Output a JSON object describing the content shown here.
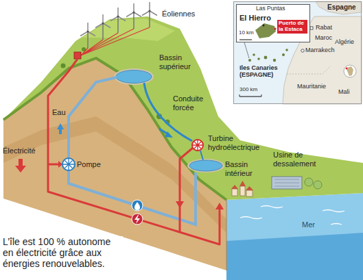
{
  "diagram": {
    "caption": "L’île est 100 % autonome en électricité grâce aux énergies renouvelables.",
    "nodes": [
      {
        "text": [
          "Espagne",
          "Rabat",
          "Maroc",
          "Marrakech",
          "Algérie",
          "Iles Canaries (ESPAGNE)",
          "300 km",
          "Mauritanie",
          "Mali"
        ]
      },
      {
        "text": [
          "Las Puntas",
          "El Hierro",
          "10 km",
          "Puerto de la Estaca"
        ],
        "in": 0
      }
    ],
    "labels": [
      "Éoliennes",
      "Bassin supérieur",
      "Conduite forcée",
      "Turbine hydroélectrique",
      "Bassin intérieur",
      "Usine de dessalement",
      "Électricité",
      "Eau",
      "Pompe",
      "Mer"
    ]
  }
}
